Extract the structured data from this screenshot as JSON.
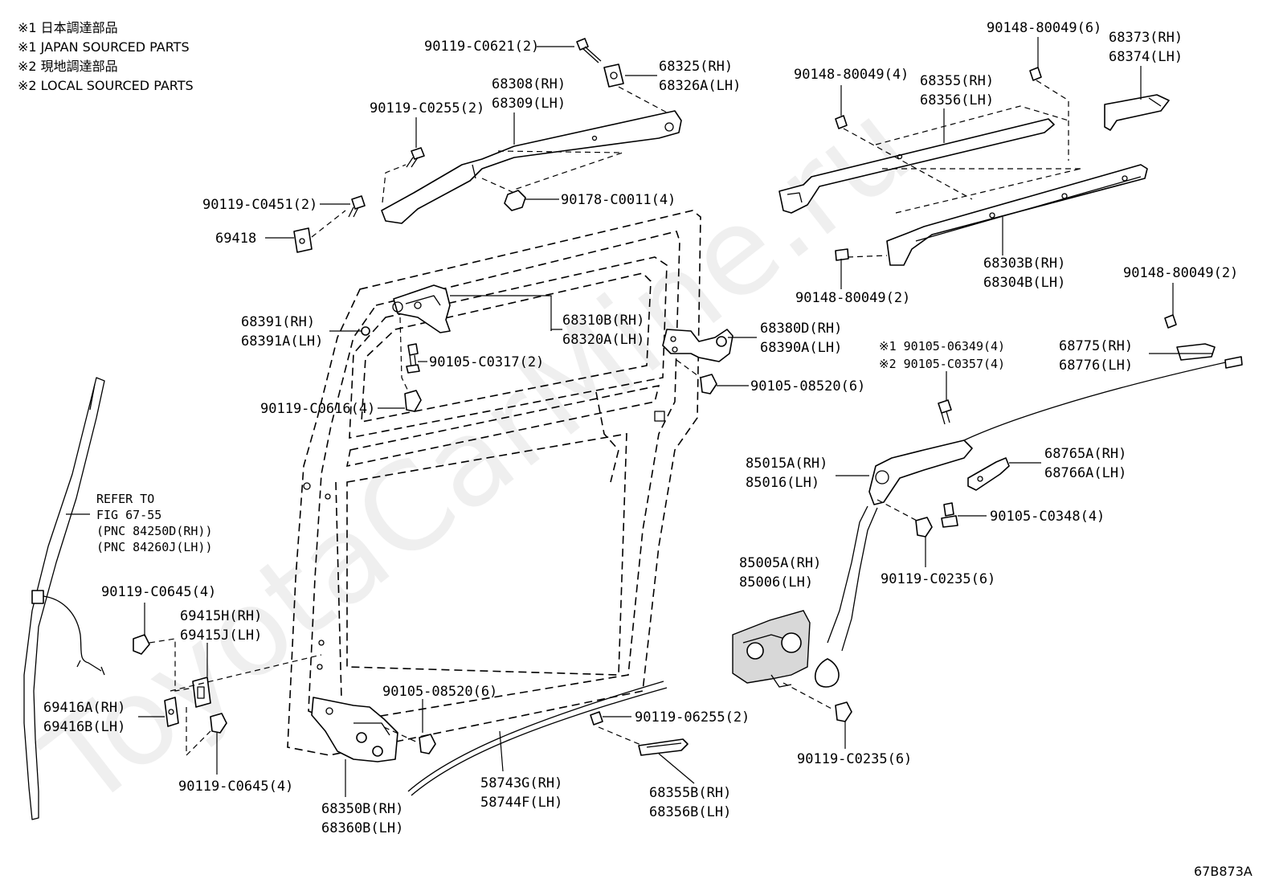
{
  "notes": [
    "※1 日本調達部品",
    "※1 JAPAN SOURCED PARTS",
    "※2 現地調達部品",
    "※2 LOCAL SOURCED PARTS"
  ],
  "figure_code": "67B873A",
  "watermark": "ToyotaCarMine.ru",
  "callouts": {
    "c1": "90119-C0621(2)",
    "c2a": "68325(RH)",
    "c2b": "68326A(LH)",
    "c3a": "68308(RH)",
    "c3b": "68309(LH)",
    "c4": "90119-C0255(2)",
    "c5": "90119-C0451(2)",
    "c6": "69418",
    "c7": "90178-C0011(4)",
    "c8": "90148-80049(6)",
    "c9a": "68373(RH)",
    "c9b": "68374(LH)",
    "c10": "90148-80049(4)",
    "c11a": "68355(RH)",
    "c11b": "68356(LH)",
    "c12a": "68303B(RH)",
    "c12b": "68304B(LH)",
    "c13": "90148-80049(2)",
    "c14": "90148-80049(2)",
    "c15a": "68391(RH)",
    "c15b": "68391A(LH)",
    "c16a": "68310B(RH)",
    "c16b": "68320A(LH)",
    "c17": "90105-C0317(2)",
    "c18a": "68380D(RH)",
    "c18b": "68390A(LH)",
    "c19": "90105-08520(6)",
    "c20": "90119-C0616(4)",
    "c21a": "※1 90105-06349(4)",
    "c21b": "※2 90105-C0357(4)",
    "c22a": "68775(RH)",
    "c22b": "68776(LH)",
    "c23a": "REFER TO",
    "c23b": "FIG 67-55",
    "c23c": "(PNC 84250D(RH))",
    "c23d": "(PNC 84260J(LH))",
    "c24a": "85015A(RH)",
    "c24b": "85016(LH)",
    "c25a": "68765A(RH)",
    "c25b": "68766A(LH)",
    "c26": "90105-C0348(4)",
    "c27": "90119-C0235(6)",
    "c28": "90119-C0645(4)",
    "c29a": "69415H(RH)",
    "c29b": "69415J(LH)",
    "c30a": "85005A(RH)",
    "c30b": "85006(LH)",
    "c31a": "69416A(RH)",
    "c31b": "69416B(LH)",
    "c32": "90105-08520(6)",
    "c33": "90119-06255(2)",
    "c34": "90119-C0645(4)",
    "c35a": "68350B(RH)",
    "c35b": "68360B(LH)",
    "c36a": "58743G(RH)",
    "c36b": "58744F(LH)",
    "c37a": "68355B(RH)",
    "c37b": "68356B(LH)",
    "c38": "90119-C0235(6)"
  }
}
